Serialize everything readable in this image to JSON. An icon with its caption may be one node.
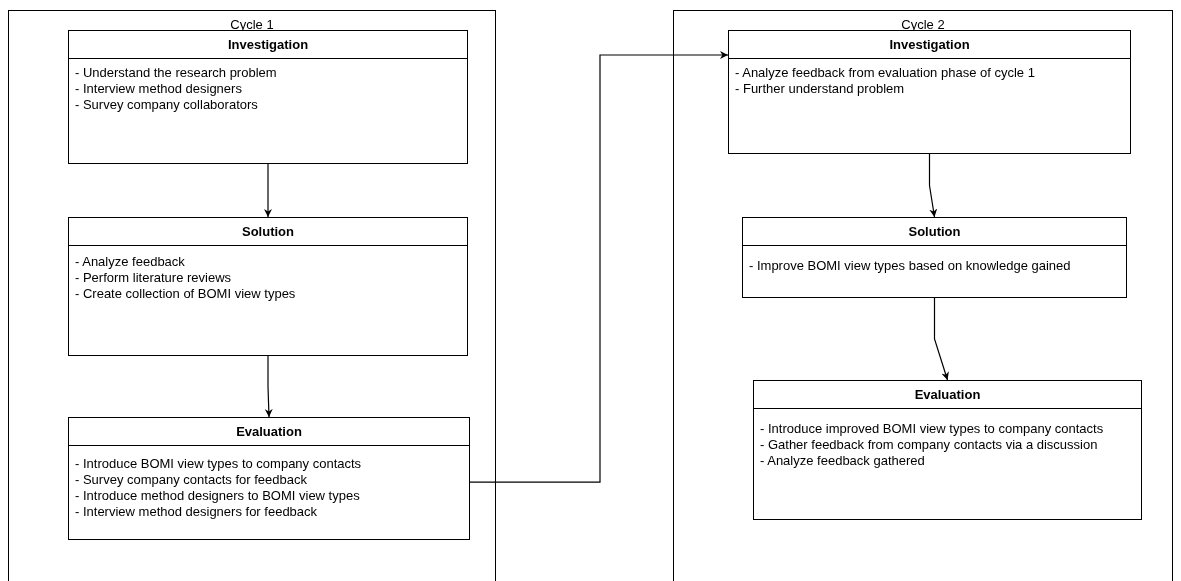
{
  "diagram": {
    "nodes": [
      {
        "text": [
          "Cycle 1"
        ]
      },
      {
        "text": [
          "Investigation",
          "- Understand the research problem",
          "- Interview method designers",
          "- Survey company collaborators"
        ],
        "in": 0
      },
      {
        "text": [
          "Solution",
          "- Analyze feedback",
          "- Perform literature reviews",
          "- Create collection of BOMI view types"
        ],
        "in": 0
      },
      {
        "text": [
          "Evaluation",
          "- Introduce BOMI view types to company contacts",
          "- Survey company contacts for feedback",
          "- Introduce method designers to BOMI view types",
          "- Interview method designers for feedback"
        ],
        "in": 0
      },
      {
        "text": [
          "Cycle 2"
        ]
      },
      {
        "text": [
          "Investigation",
          "- Analyze feedback from evaluation phase of cycle 1",
          "- Further understand problem"
        ],
        "in": 4
      },
      {
        "text": [
          "Solution",
          "- Improve BOMI view types based on knowledge gained"
        ],
        "in": 4
      },
      {
        "text": [
          "Evaluation",
          "- Introduce improved BOMI view types to company contacts",
          "- Gather feedback from company contacts via a discussion",
          "- Analyze feedback gathered"
        ],
        "in": 4
      }
    ],
    "edges": [
      {
        "from": 1,
        "to": 2,
        "arrow": "to"
      },
      {
        "from": 2,
        "to": 3,
        "arrow": "to"
      },
      {
        "from": 3,
        "to": 5,
        "arrow": "to"
      },
      {
        "from": 5,
        "to": 6,
        "arrow": "to"
      },
      {
        "from": 6,
        "to": 7,
        "arrow": "to"
      }
    ]
  }
}
